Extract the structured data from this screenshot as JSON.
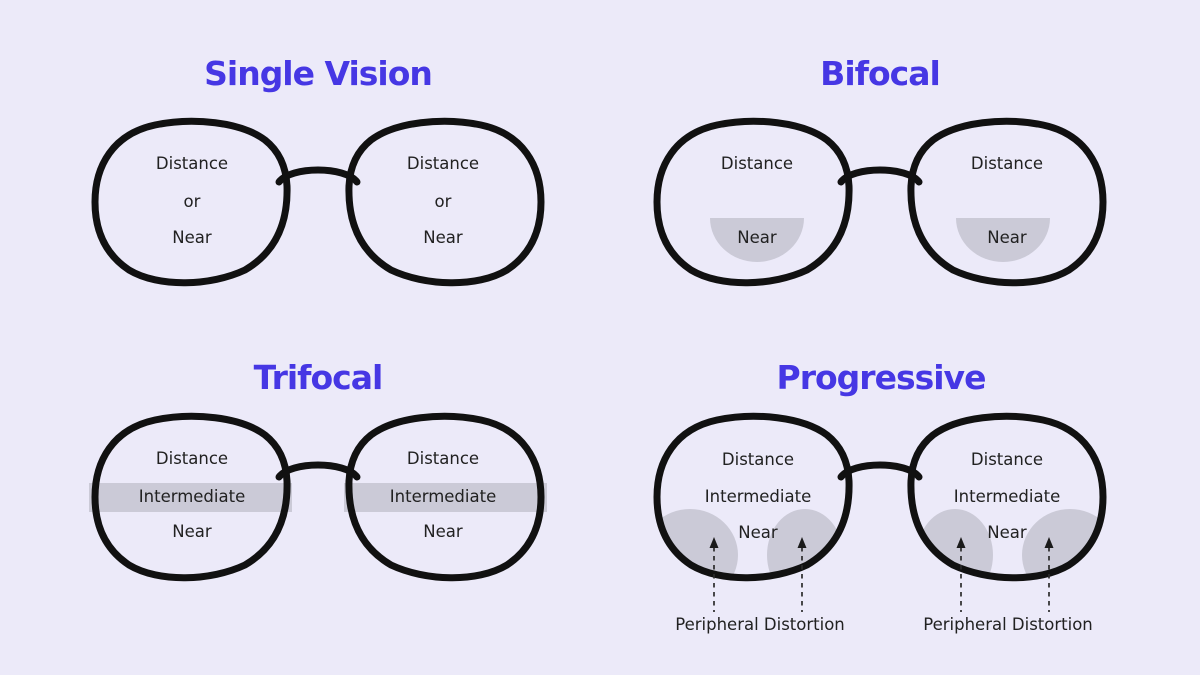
{
  "colors": {
    "background": "#ECEAF9",
    "accent": "#4637E4",
    "frame": "#111111",
    "zone": "#CBCAD7",
    "label": "#212121"
  },
  "panels": [
    {
      "title": "Single Vision",
      "lenses": [
        {
          "labels": [
            "Distance",
            "or",
            "Near"
          ]
        },
        {
          "labels": [
            "Distance",
            "or",
            "Near"
          ]
        }
      ]
    },
    {
      "title": "Bifocal",
      "lenses": [
        {
          "labels": [
            "Distance",
            "Near"
          ]
        },
        {
          "labels": [
            "Distance",
            "Near"
          ]
        }
      ]
    },
    {
      "title": "Trifocal",
      "lenses": [
        {
          "labels": [
            "Distance",
            "Intermediate",
            "Near"
          ]
        },
        {
          "labels": [
            "Distance",
            "Intermediate",
            "Near"
          ]
        }
      ]
    },
    {
      "title": "Progressive",
      "lenses": [
        {
          "labels": [
            "Distance",
            "Intermediate",
            "Near"
          ]
        },
        {
          "labels": [
            "Distance",
            "Intermediate",
            "Near"
          ]
        }
      ],
      "annotations": [
        "Peripheral Distortion",
        "Peripheral Distortion"
      ]
    }
  ]
}
